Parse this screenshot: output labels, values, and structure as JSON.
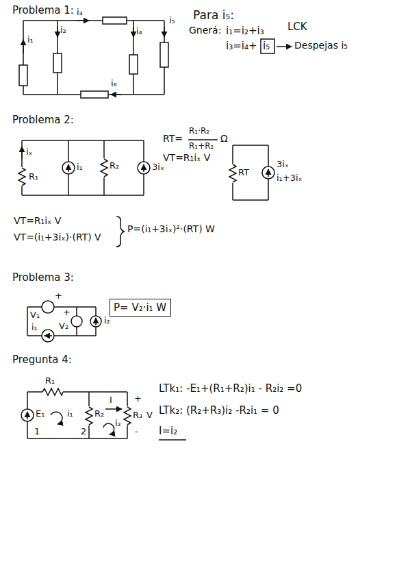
{
  "diagram": {
    "nodes": [
      {
        "text": [
          "P= V₂·i₁ W"
        ]
      }
    ],
    "labels": [
      "Problema 1:",
      "i₁",
      "i₂",
      "i₃",
      "i₄",
      "i₅",
      "i₆",
      "Para i₅:",
      "Gnerá:",
      "i₁=i₂+i₃",
      "LCK",
      "i₃=i₄+",
      "i₅",
      "Despejas i₅",
      "Problema 2:",
      "iₓ",
      "R₁",
      "i₁",
      "R₂",
      "3iₓ",
      "RT=",
      "R₁·R₂",
      "R₁+R₂",
      "Ω",
      "VT=R₁iₓ V",
      "RT",
      "3iₓ",
      "i₁+3iₓ",
      "VT=R₁iₓ V",
      "VT=(i₁+3iₓ)·(RT) V",
      "P=(i₁+3iₓ)²·(RT) W",
      "Problema 3:",
      "+",
      "V₁",
      "+",
      "V₂",
      "i₂",
      "i₁",
      "Pregunta 4:",
      "R₁",
      "E₁",
      "i₁",
      "R₂",
      "I",
      "i₂",
      "+",
      "R₃",
      "V",
      "-",
      "1",
      "2",
      "LTk₁: -E₁+(R₁+R₂)i₁ - R₂i₂ =0",
      "LTk₂: (R₂+R₃)i₂ -R₂i₁ = 0",
      "I=i₂"
    ]
  }
}
